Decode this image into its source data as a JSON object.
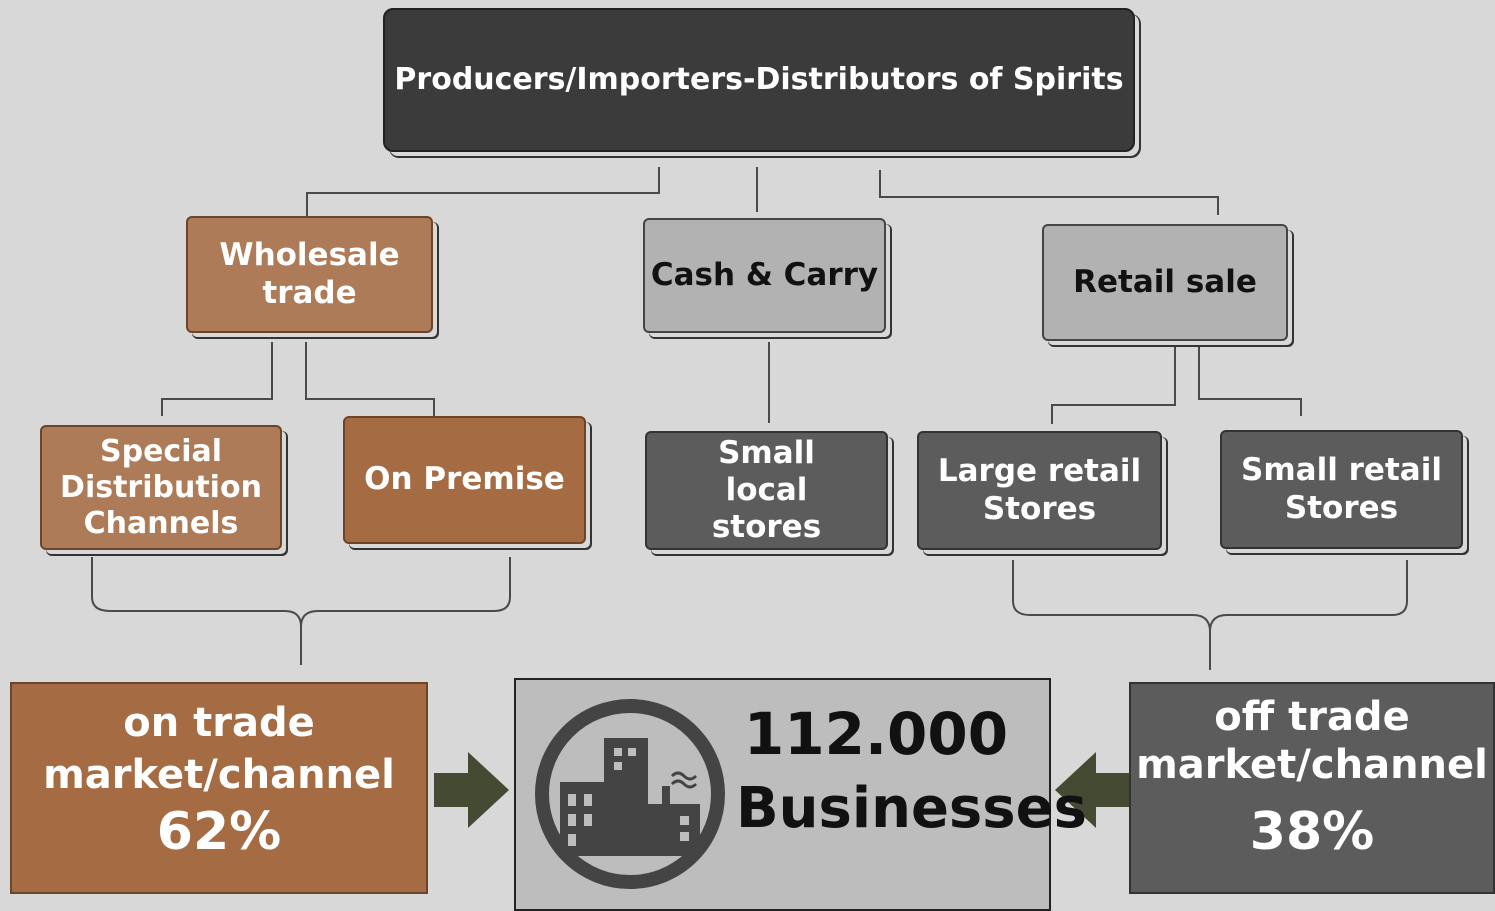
{
  "top": {
    "label": "Producers/Importers-Distributors of  Spirits"
  },
  "level1": {
    "wholesale": "Wholesale trade",
    "cash_carry": "Cash & Carry",
    "retail": "Retail sale"
  },
  "level2": {
    "special": "Special Distribution Channels",
    "on_premise": "On Premise",
    "small_local": "Small local stores",
    "large_retail": "Large retail Stores",
    "small_retail": "Small retail Stores"
  },
  "on_trade": {
    "line1": "on trade",
    "line2": "market/channel",
    "percent": "62%"
  },
  "off_trade": {
    "line1": "off trade",
    "line2": "market/channel",
    "percent": "38%"
  },
  "center": {
    "count": "112.000",
    "label": "Businesses",
    "icon": "buildings-icon"
  },
  "colors": {
    "brown": "#a56b43",
    "dark": "#3b3b3b",
    "slate": "#5c5c5c",
    "grey": "#b2b2b2",
    "arrow": "#454a32"
  }
}
